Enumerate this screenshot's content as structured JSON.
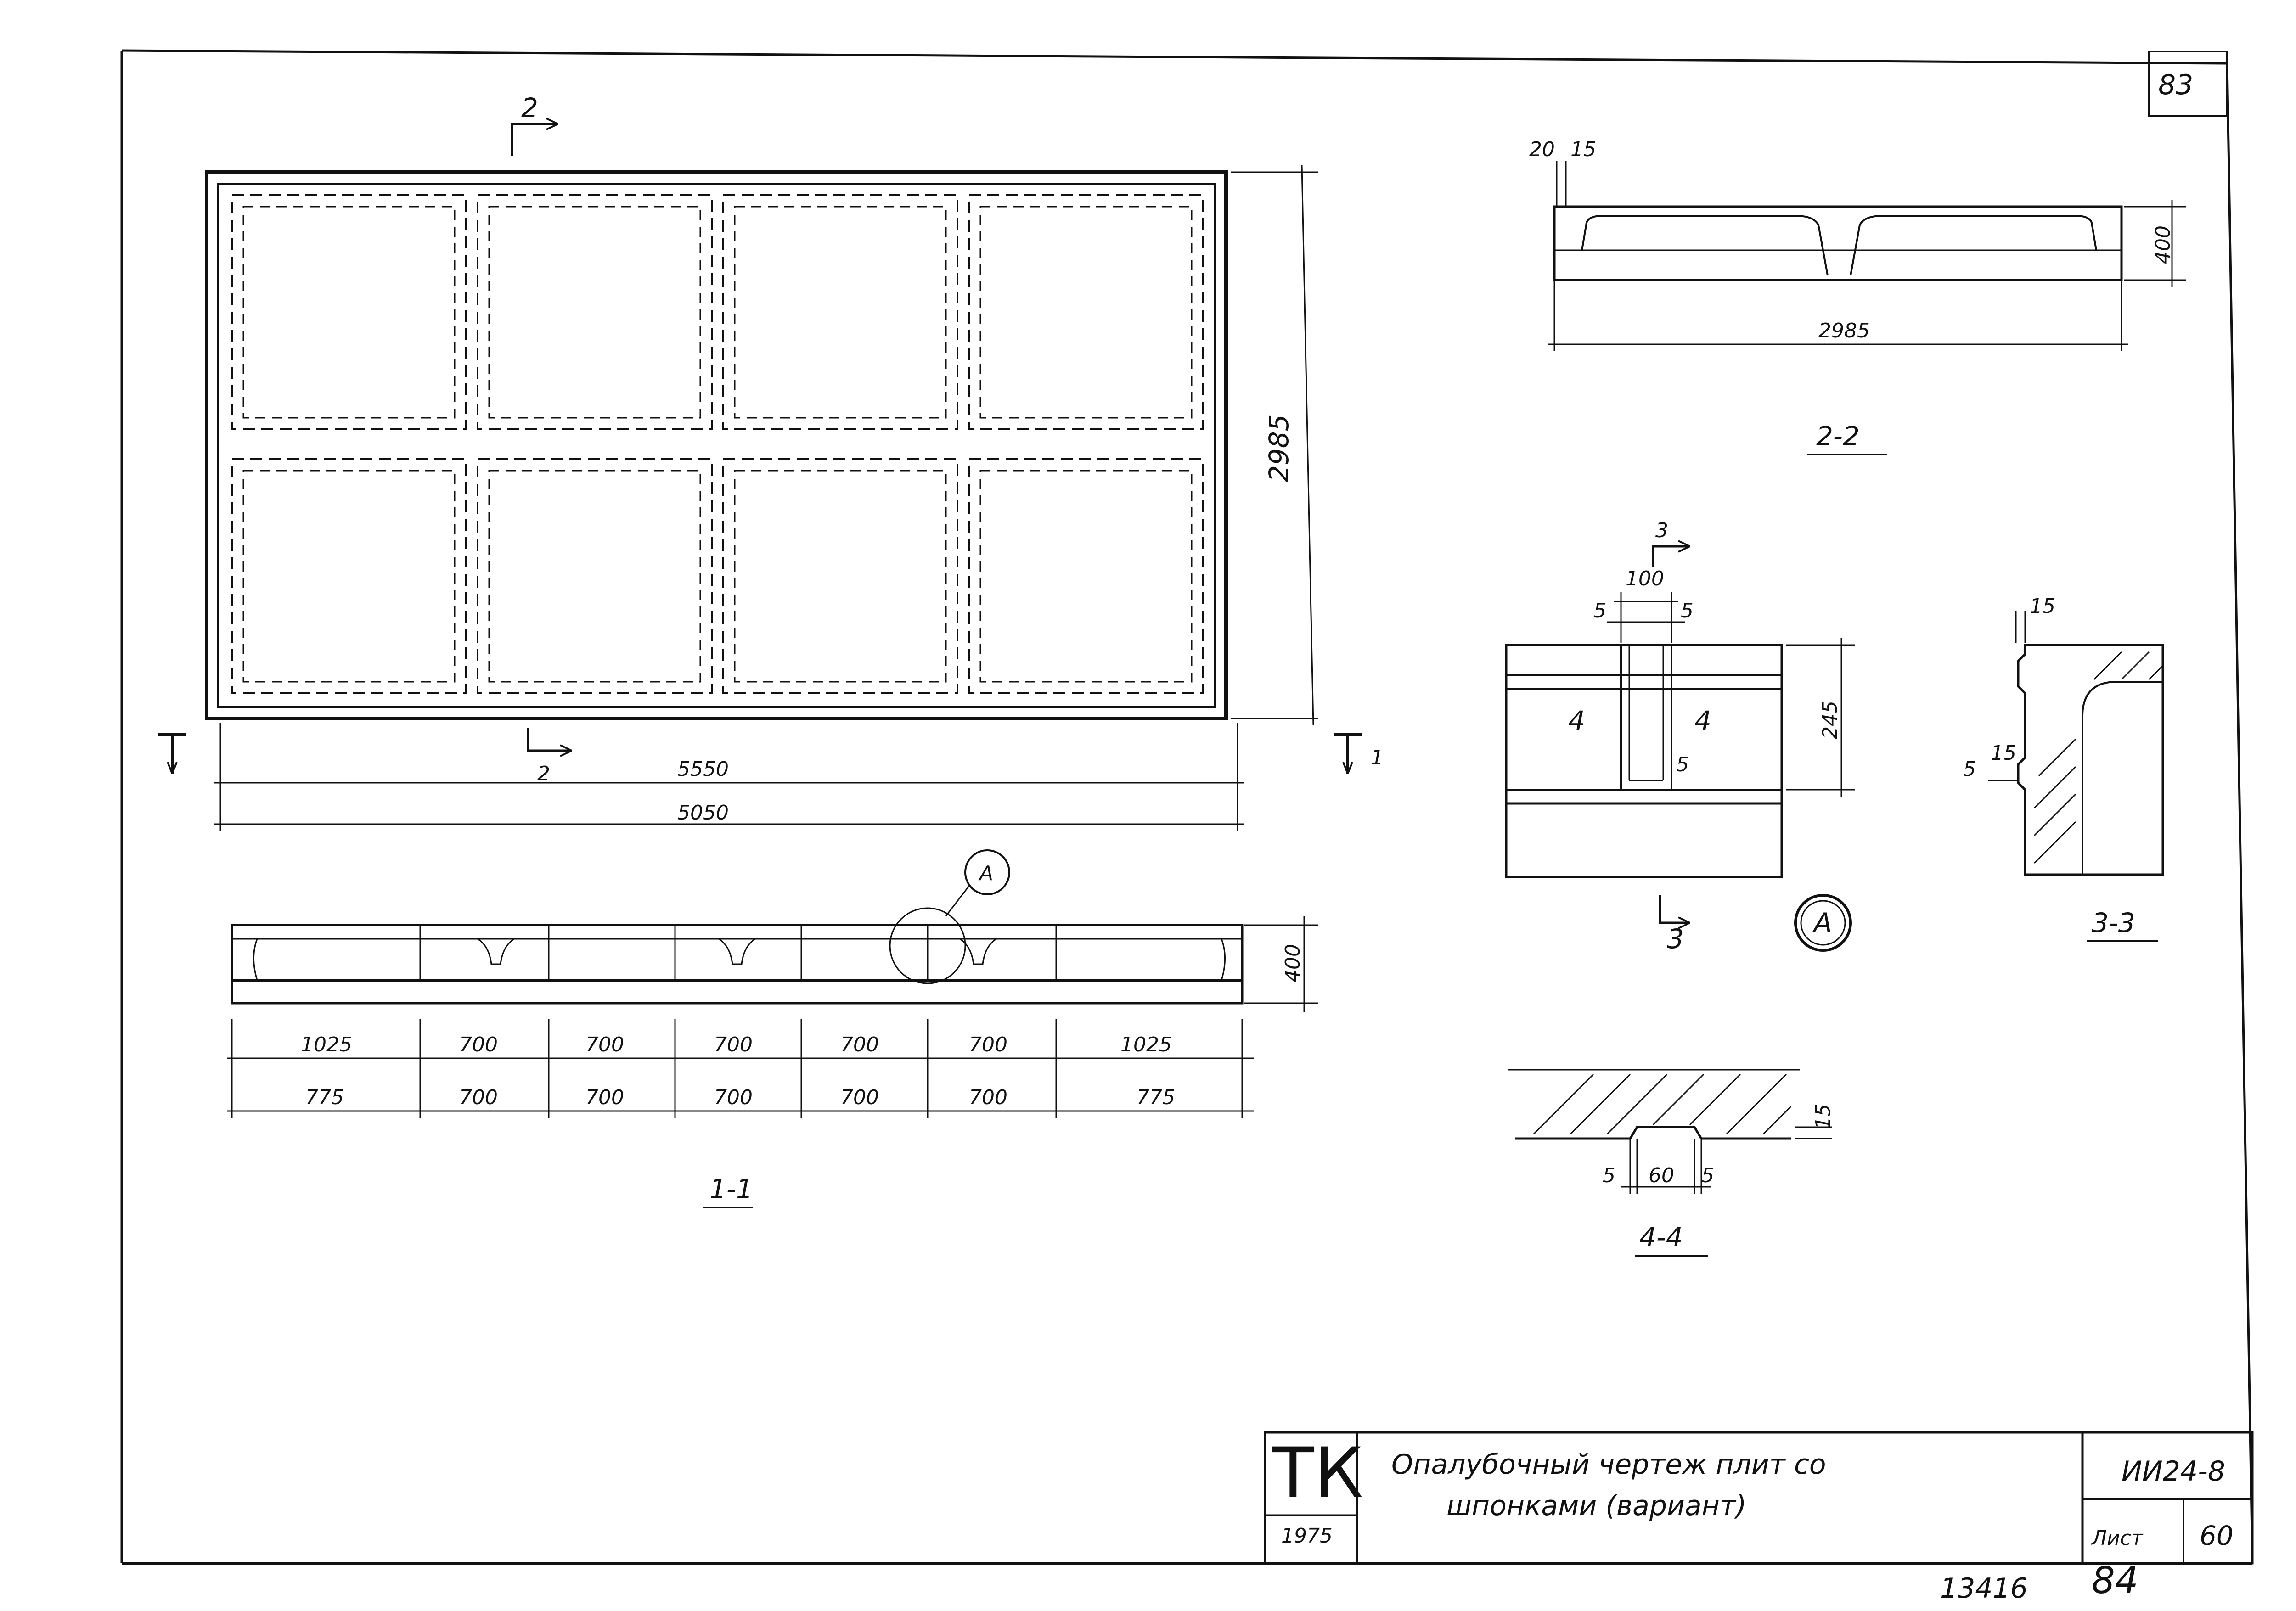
{
  "sheet": {
    "corner_number": "83",
    "footer_number": "13416",
    "page_number": "84"
  },
  "plan": {
    "section_mark": "2",
    "section_mark_bottom": "2",
    "cut_mark_left": "",
    "cut_mark_right": "1",
    "dim_height": "2985",
    "dim_inner_length": "5550",
    "dim_total_length": "5050"
  },
  "section_1_1": {
    "title": "1-1",
    "dim_height": "400",
    "detail_callout": "A",
    "top_row": [
      "1025",
      "700",
      "700",
      "700",
      "700",
      "700",
      "1025"
    ],
    "bottom_row": [
      "775",
      "700",
      "700",
      "700",
      "700",
      "700",
      "775"
    ]
  },
  "section_2_2": {
    "title": "2-2",
    "dim_a": "20",
    "dim_b": "15",
    "dim_height": "400",
    "dim_length": "2985"
  },
  "detail_a": {
    "callout": "A",
    "section_mark": "3",
    "section_mark_bottom": "3",
    "dim_width": "100",
    "dim_left": "5",
    "dim_right": "5",
    "dim_height": "245",
    "dim_bottom": "5",
    "label_left": "4",
    "label_right": "4"
  },
  "section_3_3": {
    "title": "3-3",
    "dim_top": "15",
    "dim_mid": "15",
    "dim_side": "5"
  },
  "section_4_4": {
    "title": "4-4",
    "dim_left": "5",
    "dim_width": "60",
    "dim_right": "5",
    "dim_depth": "15"
  },
  "title_block": {
    "org": "ТК",
    "year": "1975",
    "title_line1": "Опалубочный чертеж плит со",
    "title_line2": "шпонками (вариант)",
    "code": "ИИ24-8",
    "sheet_label": "Лист",
    "sheet_no": "60"
  }
}
